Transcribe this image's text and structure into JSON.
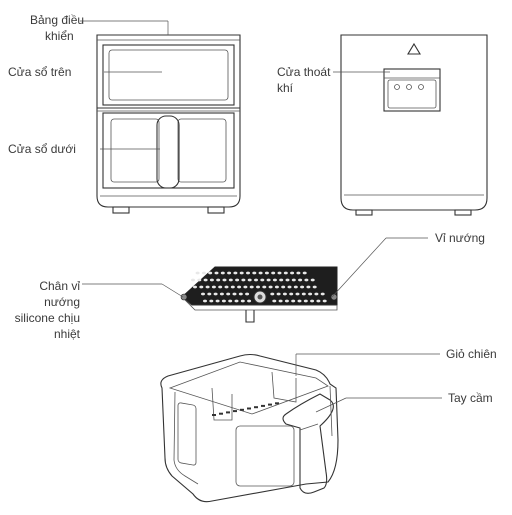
{
  "labels": {
    "control_panel": [
      "Bảng điều",
      "khiển"
    ],
    "upper_window": "Cửa sổ trên",
    "lower_window": "Cửa sổ dưới",
    "air_outlet": [
      "Cửa thoát",
      "khí"
    ],
    "grill_rack": "Vỉ nướng",
    "silicone_feet": [
      "Chân vỉ",
      "nướng",
      "silicone chịu",
      "nhiệt"
    ],
    "fry_basket": "Giỏ chiên",
    "handle": "Tay cầm"
  }
}
